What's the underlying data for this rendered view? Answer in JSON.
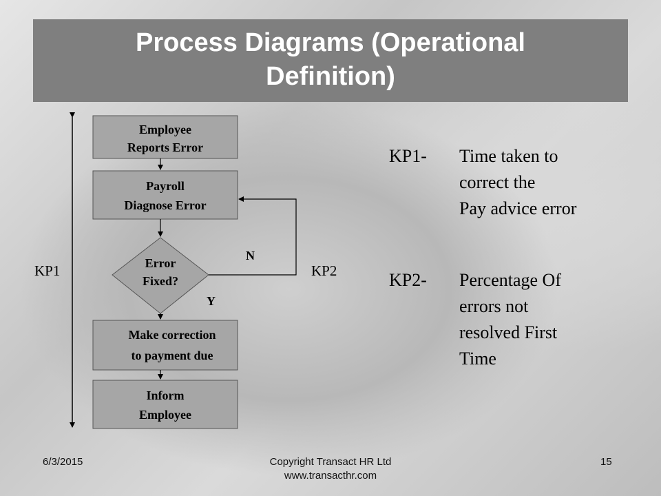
{
  "title": "Process Diagrams (Operational Definition)",
  "title_lines": [
    "Process Diagrams (Operational",
    "Definition)"
  ],
  "flow": {
    "step1": [
      "Employee",
      "Reports Error"
    ],
    "step2": [
      "Payroll",
      "Diagnose Error"
    ],
    "decision": [
      "Error",
      "Fixed?"
    ],
    "step3": [
      "Make correction",
      "to payment due"
    ],
    "step4": [
      "Inform",
      "Employee"
    ],
    "yes_label": "Y",
    "no_label": "N",
    "kp1_label": "KP1",
    "kp2_label": "KP2"
  },
  "definitions": [
    {
      "key": "KP1-",
      "lines": [
        "Time taken to",
        "correct the",
        "Pay advice error"
      ]
    },
    {
      "key": "KP2-",
      "lines": [
        "Percentage Of",
        "errors not",
        "resolved First",
        "Time"
      ]
    }
  ],
  "footer": {
    "date": "6/3/2015",
    "copyright_line1": "Copyright Transact HR Ltd",
    "copyright_line2": "www.transacthr.com",
    "page": "15"
  },
  "colors": {
    "title_bar": "#7f7f7f",
    "title_text": "#ffffff",
    "box_fill": "#a6a6a6",
    "line": "#000000"
  }
}
